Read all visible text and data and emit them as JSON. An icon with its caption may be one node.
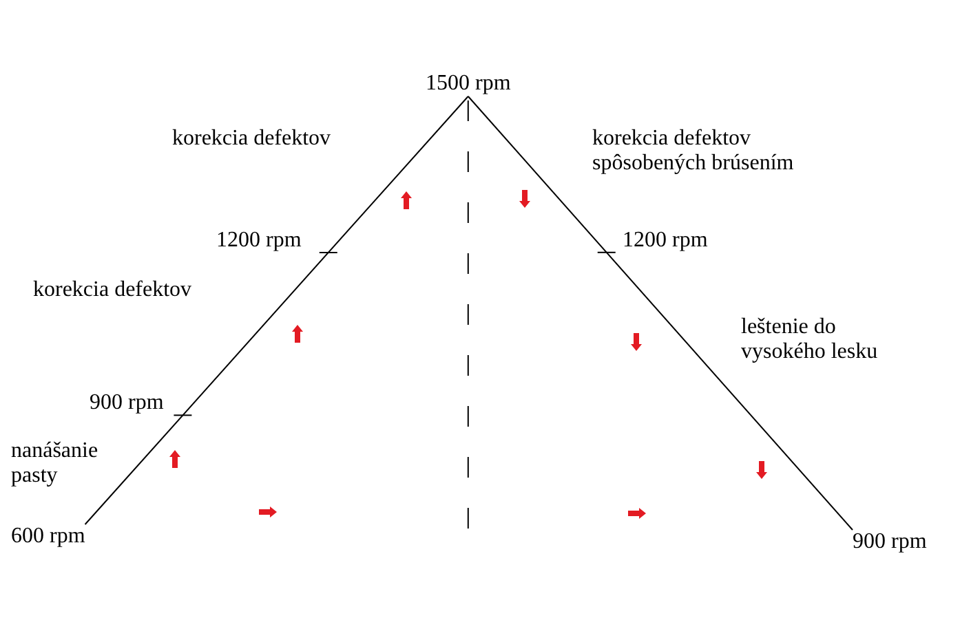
{
  "diagram": {
    "nodes": [
      {
        "text": [
          "1500 rpm"
        ]
      },
      {
        "text": [
          "600 rpm"
        ]
      },
      {
        "text": [
          "900 rpm"
        ]
      }
    ],
    "edges": [
      {
        "from": 1,
        "to": 0,
        "arrow": "none"
      },
      {
        "from": 0,
        "to": 2,
        "arrow": "none"
      }
    ],
    "labels": [
      "korekcia defektov",
      "korekcia defektov spôsobených brúsením",
      "1200 rpm",
      "1200 rpm",
      "korekcia defektov",
      "leštenie do vysokého lesku",
      "900 rpm",
      "nanášanie pasty"
    ]
  }
}
